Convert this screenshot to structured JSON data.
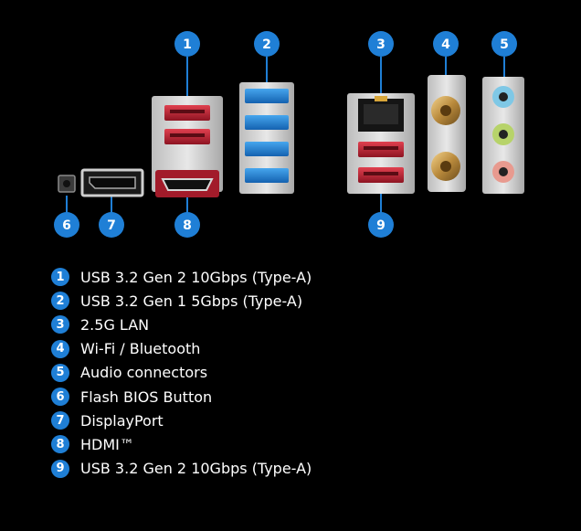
{
  "markers": [
    "1",
    "2",
    "3",
    "4",
    "5",
    "6",
    "7",
    "8",
    "9"
  ],
  "legend": [
    {
      "num": "1",
      "label": "USB 3.2 Gen 2 10Gbps (Type-A)"
    },
    {
      "num": "2",
      "label": "USB 3.2 Gen 1 5Gbps (Type-A)"
    },
    {
      "num": "3",
      "label": "2.5G LAN"
    },
    {
      "num": "4",
      "label": "Wi-Fi / Bluetooth"
    },
    {
      "num": "5",
      "label": "Audio connectors"
    },
    {
      "num": "6",
      "label": "Flash BIOS Button"
    },
    {
      "num": "7",
      "label": "DisplayPort"
    },
    {
      "num": "8",
      "label": "HDMI™"
    },
    {
      "num": "9",
      "label": "USB 3.2 Gen 2 10Gbps (Type-A)"
    }
  ],
  "colors": {
    "badge": "#1f7fd6",
    "usb_gen2_red": "#c8283a",
    "usb_gen1_blue": "#1e88d8",
    "audio_line_in": "#7fc8e6",
    "audio_line_out": "#b7d36a",
    "audio_mic": "#e89a8f"
  },
  "icons": [
    "usb-port-icon",
    "ethernet-port-icon",
    "antenna-connector-icon",
    "audio-jack-icon",
    "flash-button-icon",
    "displayport-icon",
    "hdmi-port-icon"
  ]
}
